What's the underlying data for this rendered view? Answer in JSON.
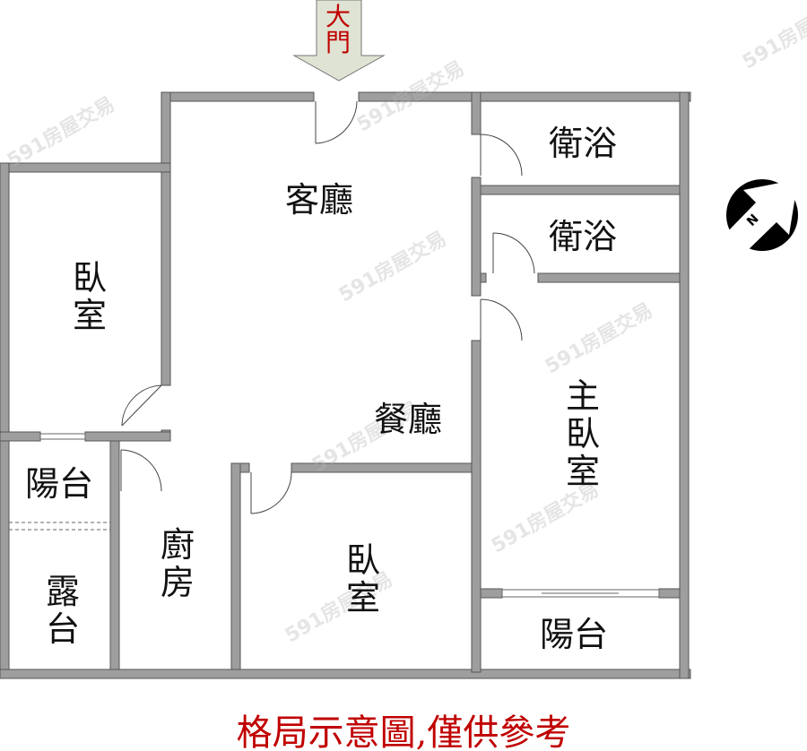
{
  "entrance": {
    "label": "大門"
  },
  "rooms": {
    "living_room": "客廳",
    "dining_room": "餐廳",
    "bathroom_1": "衛浴",
    "bathroom_2": "衛浴",
    "bedroom_left": "臥室",
    "bedroom_bottom": "臥室",
    "master_bedroom": "主臥室",
    "balcony_left": "陽台",
    "terrace": "露台",
    "kitchen": "廚房",
    "balcony_right": "陽台"
  },
  "compass": {
    "label": "N"
  },
  "caption": "格局示意圖,僅供參考",
  "watermark": "591房屋交易",
  "colors": {
    "wall": "#9e9e9e",
    "caption": "#c00000",
    "arrow": "#dfe3d3"
  }
}
